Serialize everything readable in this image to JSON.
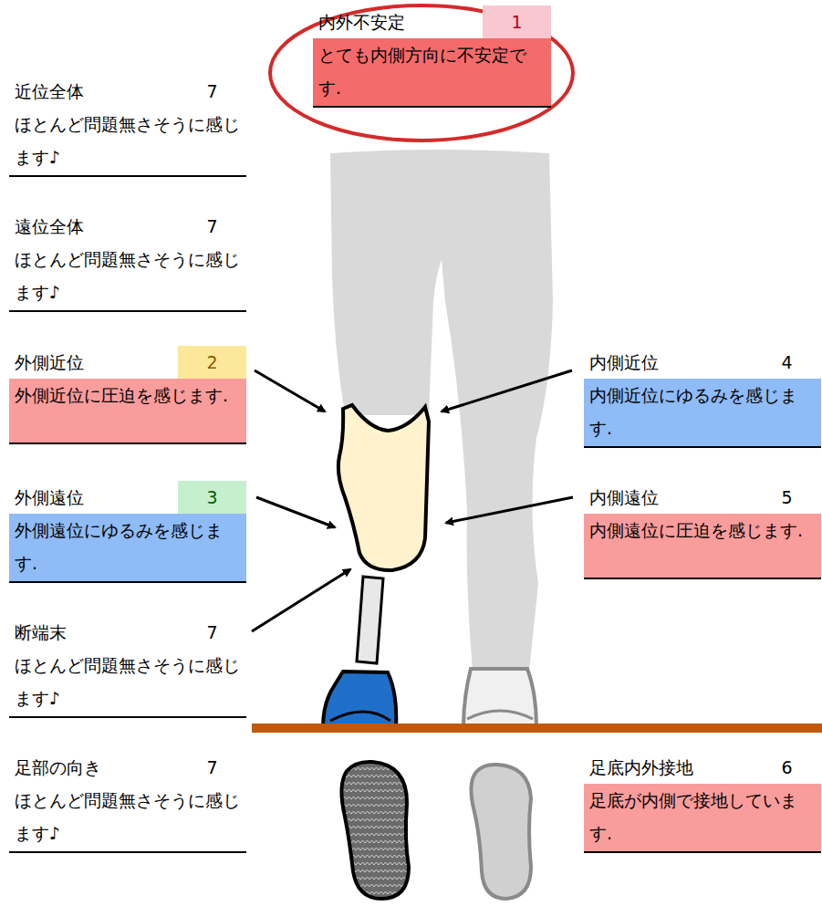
{
  "diagram": {
    "nodes": [
      {
        "text": [
          "内外不安定",
          "1",
          "とても内側方向に不安定です."
        ]
      },
      {
        "text": [
          "近位全体",
          "7",
          "ほとんど問題無さそうに感じます♪"
        ]
      },
      {
        "text": [
          "遠位全体",
          "7",
          "ほとんど問題無さそうに感じます♪"
        ]
      },
      {
        "text": [
          "外側近位",
          "2",
          "外側近位に圧迫を感じます."
        ]
      },
      {
        "text": [
          "内側近位",
          "4",
          "内側近位にゆるみを感じます."
        ]
      },
      {
        "text": [
          "外側遠位",
          "3",
          "外側遠位にゆるみを感じます."
        ]
      },
      {
        "text": [
          "内側遠位",
          "5",
          "内側遠位に圧迫を感じます."
        ]
      },
      {
        "text": [
          "断端末",
          "7",
          "ほとんど問題無さそうに感じます♪"
        ]
      },
      {
        "text": [
          "足部の向き",
          "7",
          "ほとんど問題無さそうに感じます♪"
        ]
      },
      {
        "text": [
          "足底内外接地",
          "6",
          "足底が内側で接地しています."
        ]
      }
    ]
  }
}
